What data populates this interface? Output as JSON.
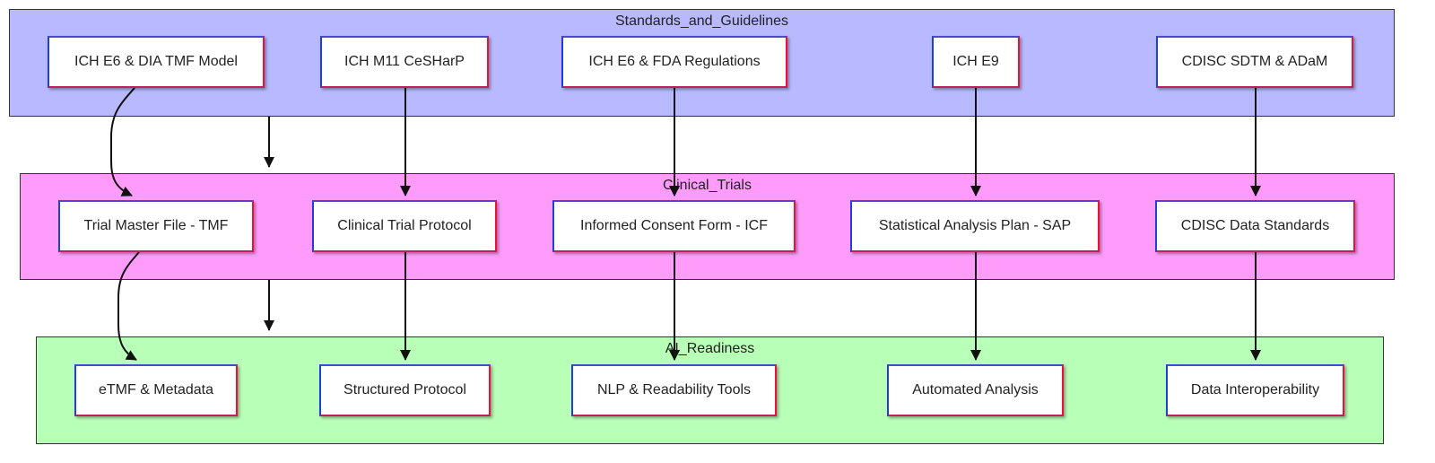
{
  "colors": {
    "standards_fill": "#b8b9ff",
    "trials_fill": "#ff9cfb",
    "ai_fill": "#b8ffb8",
    "node_fill": "#ffffff",
    "node_border_left": "#1f3fd8",
    "node_border_right": "#ef0f3a",
    "arrow": "#111111"
  },
  "groups": {
    "standards": {
      "title": "Standards_and_Guidelines",
      "nodes": {
        "ich_e6_dia": "ICH E6 & DIA TMF Model",
        "ich_m11": "ICH M11 CeSHarP",
        "ich_e6_fda": "ICH E6 & FDA Regulations",
        "ich_e9": "ICH E9",
        "cdisc_sdtm": "CDISC SDTM & ADaM"
      }
    },
    "trials": {
      "title": "Clinical_Trials",
      "nodes": {
        "tmf": "Trial Master File - TMF",
        "protocol": "Clinical Trial Protocol",
        "icf": "Informed Consent Form - ICF",
        "sap": "Statistical Analysis Plan - SAP",
        "cdisc_standards": "CDISC Data Standards"
      }
    },
    "ai": {
      "title": "AI_Readiness",
      "nodes": {
        "etmf": "eTMF & Metadata",
        "structured": "Structured Protocol",
        "nlp": "NLP & Readability Tools",
        "automated": "Automated Analysis",
        "interop": "Data Interoperability"
      }
    }
  }
}
